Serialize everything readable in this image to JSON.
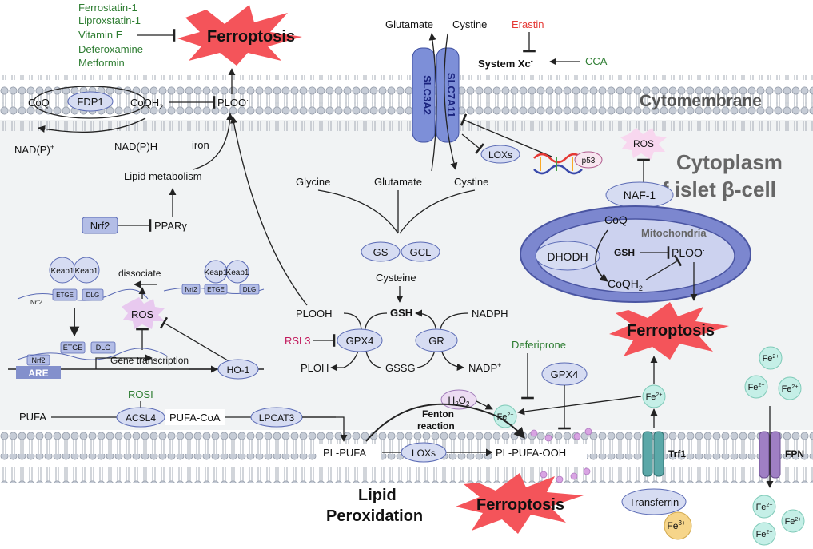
{
  "colors": {
    "green": "#2e7d32",
    "red": "#e53935",
    "oval_fill": "#d6dcf2",
    "oval_stroke": "#5b6bb5",
    "burst": "#f4545a",
    "iron_fill": "#c5efe7"
  },
  "inhibitors": [
    "Ferrostatin-1",
    "Liproxstatin-1",
    "Vitamin E",
    "Deferoxamine",
    "Metformin"
  ],
  "ferroptosis": {
    "label": "Ferroptosis"
  },
  "membrane": {
    "label": "Cytomembrane"
  },
  "cytoplasm": {
    "line1": "Cytoplasm",
    "line2": "of islet β-cell"
  },
  "transporters": {
    "slc3a2": "SLC3A2",
    "slc7a11": "SLC7A11",
    "system_xc": "System Xc",
    "system_xc_sup": "-"
  },
  "system_xc": {
    "erastin": "Erastin",
    "cca": "CCA",
    "glutamate": "Glutamate",
    "cystine": "Cystine"
  },
  "fsp1": {
    "coq": "CoQ",
    "fdp1": "FDP1",
    "coqh": "CoQH",
    "coqh_sub": "2",
    "ploo": "PLOO",
    "nadp": "NAD(P)",
    "nadp_sup": "+",
    "nadph": "NAD(P)H"
  },
  "lipid": {
    "iron": "iron",
    "lipid_metabolism": "Lipid metabolism",
    "nrf2": "Nrf2",
    "ppar": "PPARγ"
  },
  "keap": {
    "keap1": "Keap1",
    "dissociate": "dissociate",
    "nrf2": "Nrf2",
    "etge": "ETGE",
    "dlg": "DLG",
    "ros": "ROS",
    "are": "ARE",
    "gene_transcription": "Gene transcription",
    "ho1": "HO-1"
  },
  "gsh_pathway": {
    "glycine": "Glycine",
    "glutamate": "Glutamate",
    "cystine": "Cystine",
    "gs": "GS",
    "gcl": "GCL",
    "cysteine": "Cysteine",
    "plooh": "PLOOH",
    "gsh": "GSH",
    "nadph": "NADPH",
    "rsl3": "RSL3",
    "gpx4": "GPX4",
    "gr": "GR",
    "ploh": "PLOH",
    "gssg": "GSSG",
    "nadp": "NADP",
    "nadp_sup": "+"
  },
  "p53": {
    "loxs": "LOXs",
    "p53": "p53"
  },
  "naf": {
    "ros": "ROS",
    "naf1": "NAF-1"
  },
  "mito": {
    "label": "Mitochondria",
    "dhodh": "DHODH",
    "coq": "CoQ",
    "gsh": "GSH",
    "ploo": "PLOO",
    "coqh": "CoQH",
    "coqh_sub": "2"
  },
  "bottom": {
    "rosi": "ROSI",
    "pufa": "PUFA",
    "acsl4": "ACSL4",
    "pufa_coa": "PUFA-CoA",
    "lpcat3": "LPCAT3",
    "pl_pufa": "PL-PUFA",
    "loxs": "LOXs",
    "pl_pufa_ooh": "PL-PUFA-OOH",
    "h2o2": "H",
    "h2o2_sub1": "2",
    "h2o2_o": "O",
    "h2o2_sub2": "2",
    "fenton1": "Fenton",
    "fenton2": "reaction",
    "deferiprone": "Deferiprone",
    "gpx4": "GPX4",
    "lipid1": "Lipid",
    "lipid2": "Peroxidation",
    "transferrin": "Transferrin",
    "fe3": "Fe",
    "fe3_sup": "3+",
    "trf1": "Trf1",
    "fpn": "FPN",
    "fe": "Fe",
    "fe2_sup": "2+"
  }
}
